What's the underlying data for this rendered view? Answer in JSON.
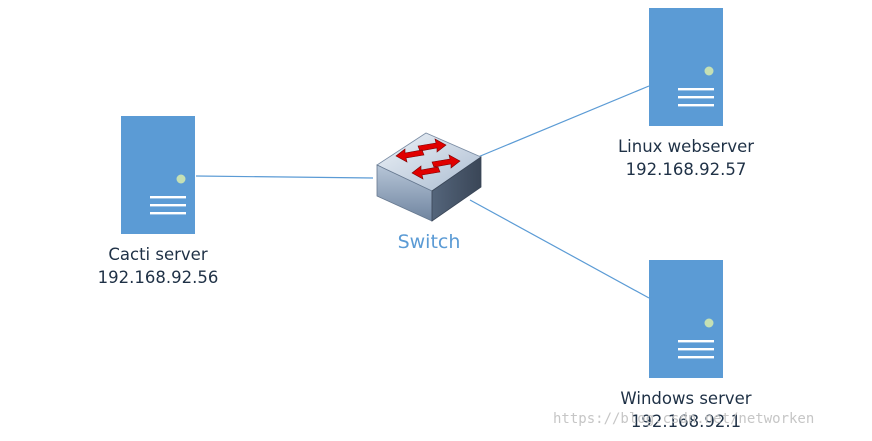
{
  "colors": {
    "server_fill": "#5b9bd5",
    "server_led": "#c5e0b4",
    "link_line": "#5b9bd5",
    "switch_label": "#5b9bd5",
    "label_text": "#1f3146",
    "arrow_red": "#e00000"
  },
  "nodes": {
    "cacti_server": {
      "name": "Cacti server",
      "ip": "192.168.92.56",
      "icon": "server-icon"
    },
    "linux_webserver": {
      "name": "Linux webserver",
      "ip": "192.168.92.57",
      "icon": "server-icon"
    },
    "windows_server": {
      "name": "Windows server",
      "ip": "192.168.92.1",
      "icon": "server-icon"
    },
    "switch": {
      "name": "Switch",
      "icon": "network-switch-icon"
    }
  },
  "links": [
    {
      "from": "cacti_server",
      "to": "switch"
    },
    {
      "from": "switch",
      "to": "linux_webserver"
    },
    {
      "from": "switch",
      "to": "windows_server"
    }
  ],
  "watermark": "https://blog.csdn.net/networken"
}
